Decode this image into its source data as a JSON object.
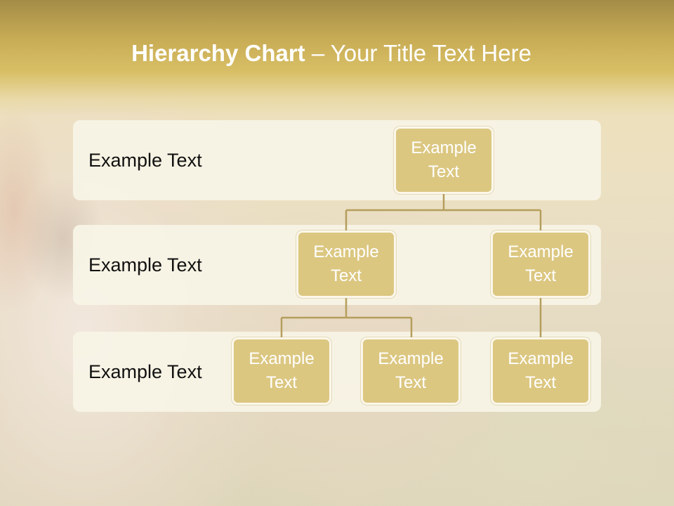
{
  "slide": {
    "title": {
      "bold": "Hierarchy Chart",
      "rest": " – Your Title Text Here"
    },
    "colors": {
      "title_band": "#c9ad56",
      "node_fill": "#dcc781",
      "connector": "#b59e5c",
      "band_fill": "#f8f4e6"
    },
    "levels": [
      {
        "label": "Example Text"
      },
      {
        "label": "Example Text"
      },
      {
        "label": "Example Text"
      }
    ],
    "nodes": {
      "root": "Example Text",
      "mid_left": "Example Text",
      "mid_right": "Example Text",
      "leaf_1": "Example Text",
      "leaf_2": "Example Text",
      "leaf_3": "Example Text"
    }
  }
}
